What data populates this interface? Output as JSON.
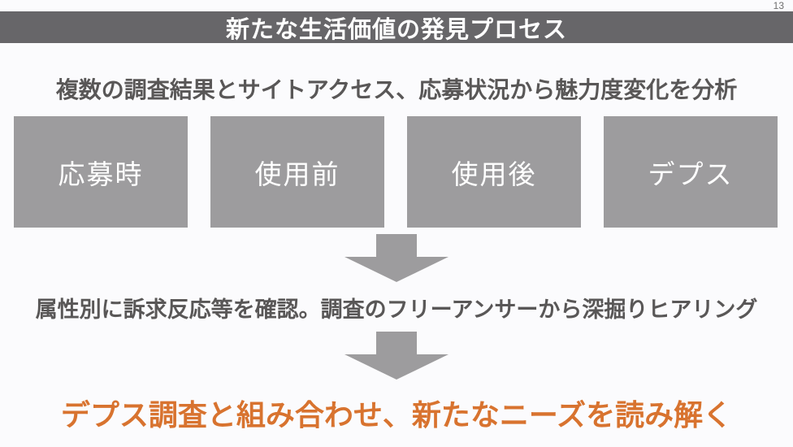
{
  "page": {
    "number": "13"
  },
  "header": {
    "title": "新たな生活価値の発見プロセス"
  },
  "intro": {
    "text": "複数の調査結果とサイトアクセス、応募状況から魅力度変化を分析"
  },
  "stages": [
    {
      "label": "応募時"
    },
    {
      "label": "使用前"
    },
    {
      "label": "使用後"
    },
    {
      "label": "デプス"
    }
  ],
  "middle": {
    "text": "属性別に訴求反応等を確認。調査のフリーアンサーから深掘りヒアリング"
  },
  "conclusion": {
    "text": "デプス調査と組み合わせ、新たなニーズを読み解く"
  },
  "icons": {
    "down_arrow": "down-arrow-icon"
  },
  "colors": {
    "background": "#fbfbfd",
    "header_bg": "#676669",
    "box_gray": "#9d9c9e",
    "text_gray": "#595757",
    "accent_orange": "#d8732f",
    "page_number_gray": "#6e6e6e"
  }
}
